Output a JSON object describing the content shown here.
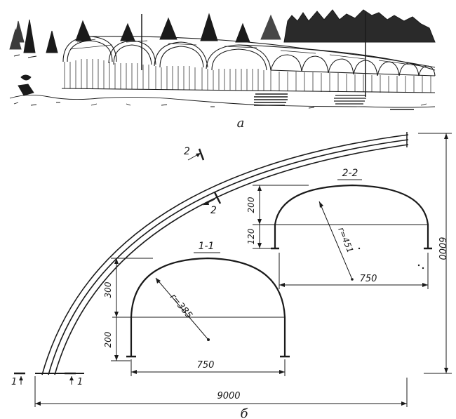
{
  "photo": {
    "caption": "а"
  },
  "drawing": {
    "caption": "б",
    "section_marks": {
      "cut_2": "2",
      "cut_2_lower": "2",
      "cut_1_left": "1",
      "cut_1_right": "1"
    },
    "overall": {
      "span": "9000",
      "height": "6000"
    },
    "section_1_1": {
      "title": "1-1",
      "width": "750",
      "arch_height": "300",
      "wall_height": "200",
      "radius": "r=385"
    },
    "section_2_2": {
      "title": "2-2",
      "width": "750",
      "arch_height": "200",
      "wall_height": "120",
      "radius": "r=451"
    }
  }
}
